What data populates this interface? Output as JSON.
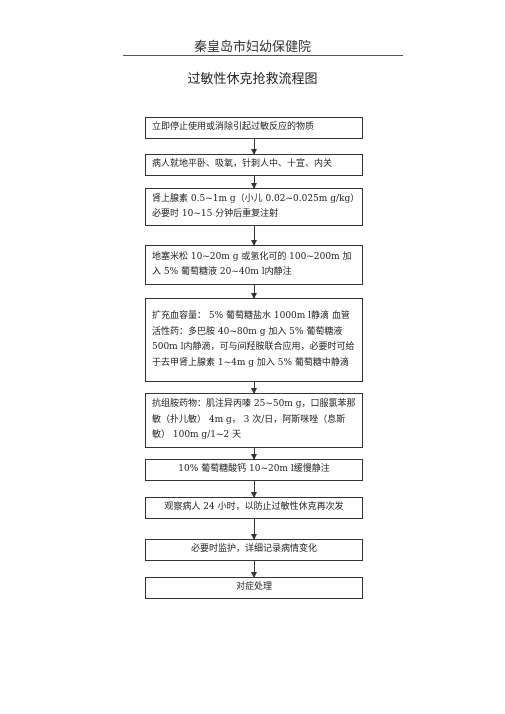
{
  "header": {
    "hospital": "秦皇岛市妇幼保健院"
  },
  "title": "过敏性休克抢救流程图",
  "steps": [
    {
      "text": "立即停止使用或消除引起过敏反应的物质"
    },
    {
      "text": "病人就地平卧、吸氧，针刺人中、十宣、内关"
    },
    {
      "text": "肾上腺素 0.5~1m g（小儿 0.02~0.025m g/kg）必要时 10~15 分钟后重复注射"
    },
    {
      "text": "地塞米松 10~20m g 或氢化可的 100~200m 加入 5% 葡萄糖液 20~40m l内静注"
    },
    {
      "text": "扩充血容量： 5% 葡萄糖盐水 1000m l静滴 血管活性药：多巴胺 40~80m g 加入 5% 葡萄糖液 500m l内静滴，可与间羟胺联合应用，必要时可给于去甲肾上腺素 1~4m g 加入 5% 葡萄糖中静滴"
    },
    {
      "text": "抗组胺药物：肌注异丙嗪 25~50m g，口服氯苯那敏（扑儿敏） 4m g， 3 次/日，阿斯咪唑（息斯敏） 100m g/1~2 天"
    },
    {
      "text": "10% 葡萄糖酸钙 10~20m l缓慢静注"
    },
    {
      "text": "观察病人 24 小时，以防止过敏性休克再次发"
    },
    {
      "text": "必要时监护，详细记录病情变化"
    },
    {
      "text": "对症处理"
    }
  ]
}
